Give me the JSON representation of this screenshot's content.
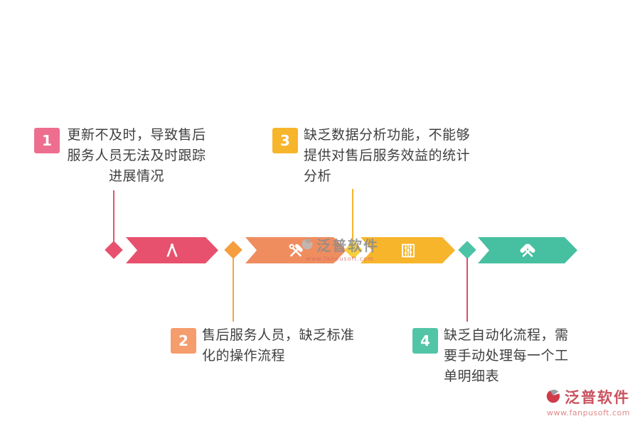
{
  "items": [
    {
      "number": "1",
      "text": "更新不及时，导致售后服务人员无法及时跟踪进展情况",
      "color": "#ed6e8e",
      "line_color": "#e8516d"
    },
    {
      "number": "2",
      "text": "售后服务人员，缺乏标准化的操作流程",
      "color": "#f59d6d",
      "line_color": "#f0a93a"
    },
    {
      "number": "3",
      "text": "缺乏数据分析功能，不能够提供对售后服务效益的统计分析",
      "color": "#f7b52c",
      "line_color": "#f7b52c"
    },
    {
      "number": "4",
      "text": "缺乏自动化流程，需要手动处理每一个工单明细表",
      "color": "#52c5a7",
      "line_color": "#d94f6a"
    }
  ],
  "timeline": {
    "segments": [
      {
        "icon": "compass-icon",
        "color": "#e8516d"
      },
      {
        "icon": "hammer-wrench-icon",
        "color": "#ef8d5f"
      },
      {
        "icon": "abacus-icon",
        "color": "#f7b52c"
      },
      {
        "icon": "crossed-hammers-icon",
        "color": "#47bfa1"
      }
    ],
    "diamonds": [
      {
        "color": "#e8516d"
      },
      {
        "color": "#f59d3f"
      },
      {
        "color": "#f7cf3c"
      },
      {
        "color": "#4cc3a5"
      }
    ]
  },
  "watermark": {
    "text": "泛普软件",
    "subtext": "www.fanpusoft.com"
  },
  "logo": {
    "text": "泛普软件",
    "url": "www.fanpusoft.com"
  }
}
